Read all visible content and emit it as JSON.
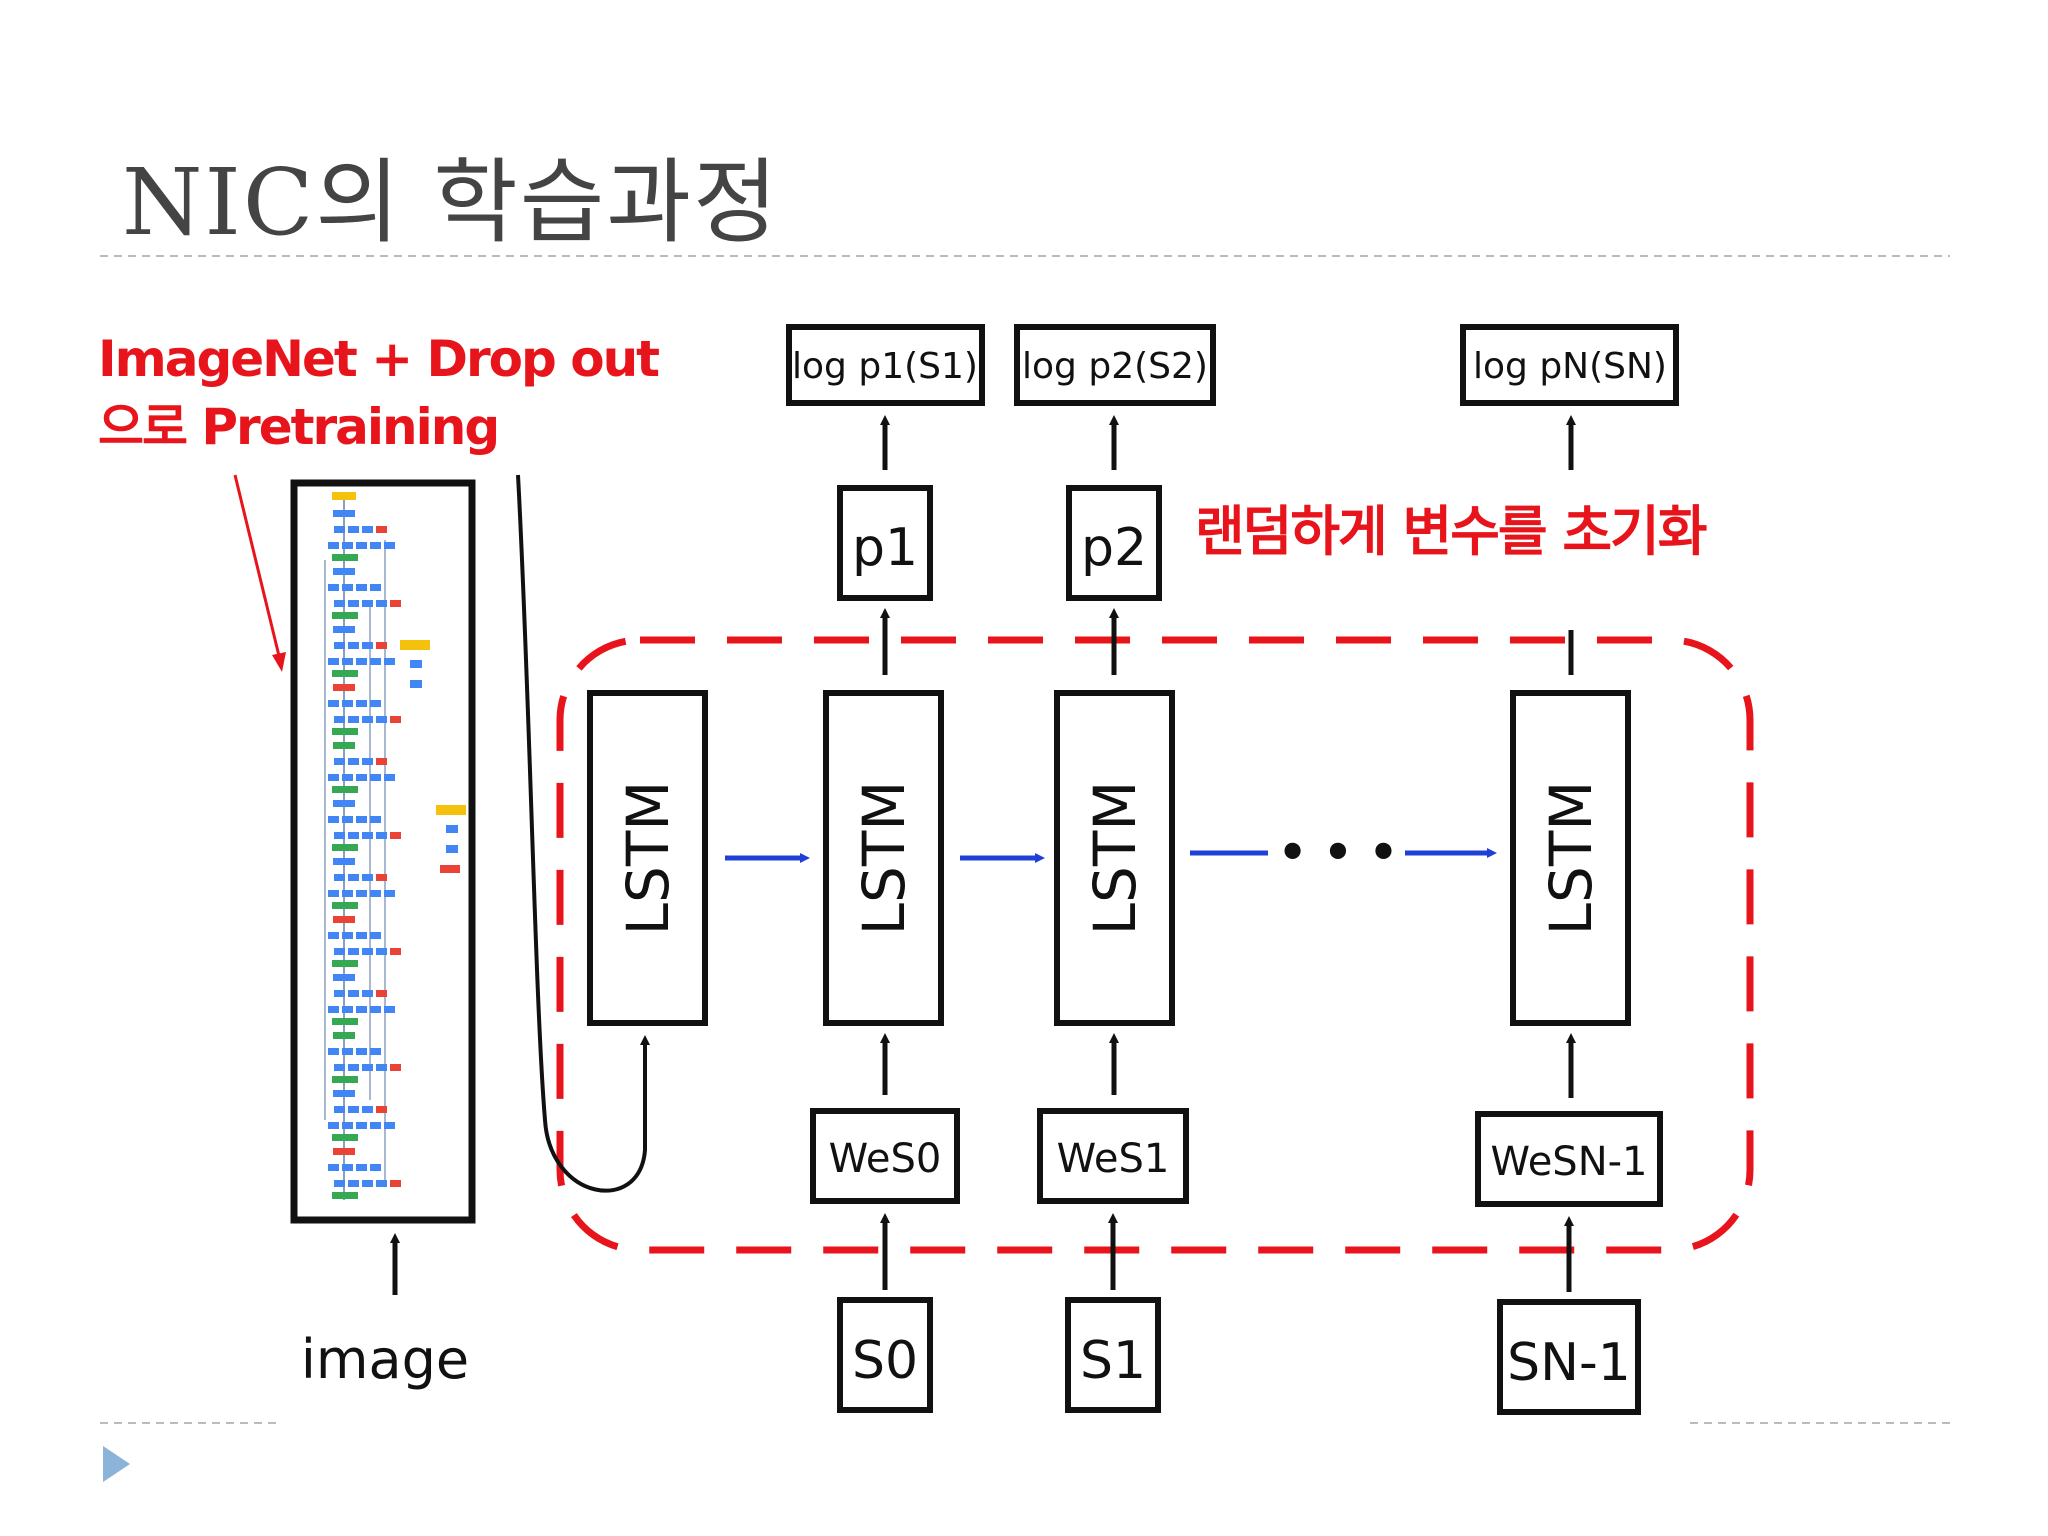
{
  "slide": {
    "title": "NIC의  학습과정",
    "bullet_icon": "triangle-bullet-icon"
  },
  "annotations": {
    "pretraining_line1": "ImageNet +  Drop out",
    "pretraining_line2": "으로 Pretraining",
    "random_init": "랜덤하게 변수를 초기화"
  },
  "diagram": {
    "image_label": "image",
    "lstm_label": "LSTM",
    "ellipsis": "• • •",
    "log_probs": [
      "log p1(S1)",
      "log p2(S2)",
      "log pN(SN)"
    ],
    "probs": [
      "p1",
      "p2"
    ],
    "embeddings": [
      "WeS0",
      "WeS1",
      "WeSN-1"
    ],
    "inputs": [
      "S0",
      "S1",
      "SN-1"
    ],
    "colors": {
      "annotation": "#e8141b",
      "arrow_recurrent": "#1f3fd6",
      "box_stroke": "#111111",
      "dashed_region": "#e8141b"
    }
  }
}
